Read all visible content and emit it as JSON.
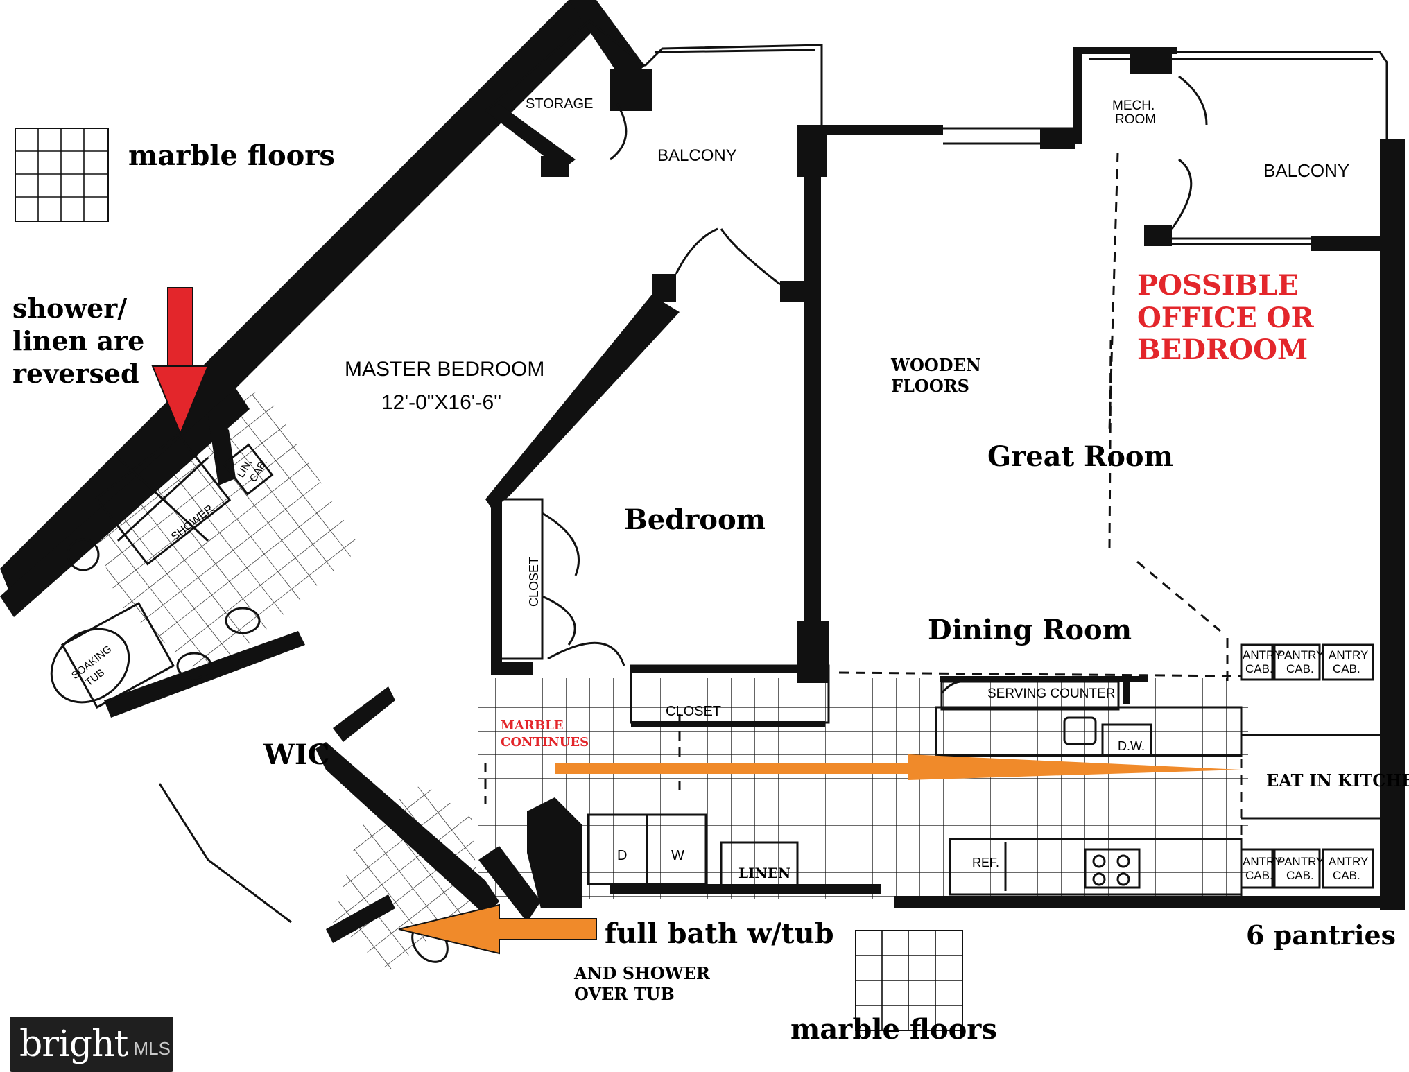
{
  "legend": {
    "top_label": "marble floors",
    "bottom_label": "marble floors"
  },
  "annotations": {
    "shower_note": [
      "shower/",
      "linen are",
      "reversed"
    ],
    "possible_office": [
      "POSSIBLE",
      "OFFICE OR",
      "BEDROOM"
    ],
    "wooden_floors": [
      "WOODEN",
      "FLOORS"
    ],
    "marble_continues": [
      "MARBLE",
      "CONTINUES"
    ],
    "full_bath": "full bath w/tub",
    "shower_over_tub": [
      "AND SHOWER",
      "OVER TUB"
    ],
    "pantries": "6 pantries"
  },
  "rooms": {
    "storage": "STORAGE",
    "balcony_left": "BALCONY",
    "balcony_right": "BALCONY",
    "mech_room": [
      "MECH.",
      "ROOM"
    ],
    "master_bedroom": "MASTER BEDROOM",
    "master_dims": "12'-0\"X16'-6\"",
    "bedroom": "Bedroom",
    "great_room": "Great Room",
    "dining_room": "Dining Room",
    "wic": "WIC",
    "closet_vertical": "CLOSET",
    "closet_horizontal": "CLOSET",
    "linen": "LINEN",
    "serving_counter": "SERVING COUNTER",
    "eat_in_kitchen": "EAT IN KITCHEN",
    "dishwasher": "D.W.",
    "refrigerator": "REF.",
    "washer_dryer": [
      "D",
      "W"
    ],
    "shower": "SHOWER",
    "soaking_tub": [
      "SOAKING",
      "TUB"
    ],
    "linen_cab": [
      "LIN.",
      "CAB."
    ],
    "pantry_top": [
      "ANTRY",
      "CAB.",
      "PANTRY",
      "CAB.",
      "ANTRY",
      "CAB."
    ],
    "pantry_bottom": [
      "ANTRY",
      "CAB.",
      "PANTRY",
      "CAB.",
      "ANTRY",
      "CAB."
    ]
  },
  "colors": {
    "red_arrow": "#e3262b",
    "orange_arrow": "#f08a2a",
    "red_text": "#e3262b",
    "wall": "#111111"
  },
  "watermark": {
    "brand": "bright",
    "suffix": "MLS"
  }
}
